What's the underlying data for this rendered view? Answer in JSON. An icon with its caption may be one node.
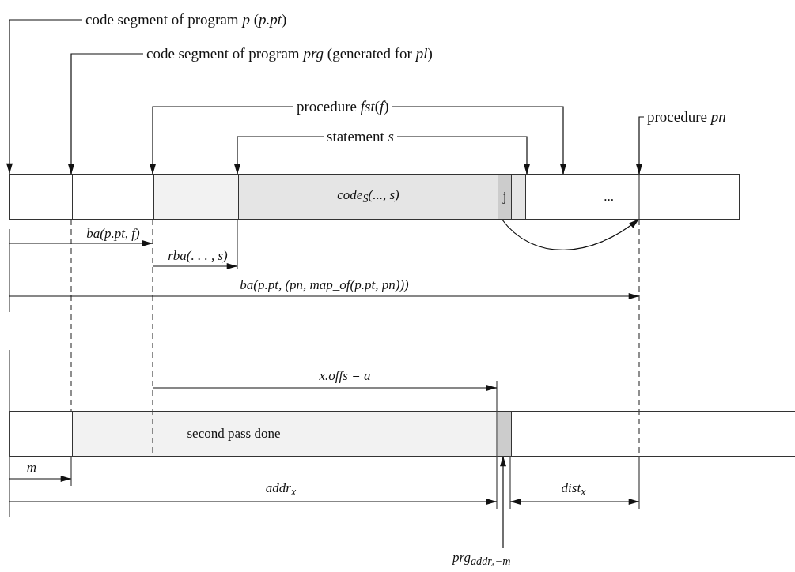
{
  "diagram": {
    "nodes": [
      {
        "text": [
          "code segment of program *p* (*p.pt*)"
        ]
      },
      {
        "text": [
          "code segment of program *prg* (generated for *pl*)"
        ]
      },
      {
        "text": [
          "procedure *fst*(*f*)"
        ]
      },
      {
        "text": [
          "statement *s*"
        ]
      },
      {
        "text": [
          "procedure *pn*"
        ]
      },
      {
        "text": [],
        "shape": "bar"
      },
      {
        "text": [],
        "shape": "box",
        "in": 5
      },
      {
        "text": [],
        "shape": "box",
        "in": 5
      },
      {
        "text": [
          "code$_{S}$(..., s)"
        ],
        "in": 5
      },
      {
        "text": [
          "j"
        ],
        "in": 5
      },
      {
        "text": [],
        "shape": "box",
        "in": 5
      },
      {
        "text": [
          "..."
        ],
        "in": 5
      },
      {
        "text": [],
        "shape": "bar"
      },
      {
        "text": [
          "second pass done"
        ],
        "in": 12
      },
      {
        "text": [],
        "shape": "box",
        "in": 12
      },
      {
        "text": [],
        "shape": "box",
        "in": 12
      },
      {
        "text": [
          "prg$_{addrₓ−m}$"
        ]
      }
    ],
    "edges": [
      {
        "from": 0,
        "to": 5,
        "arrow": "to"
      },
      {
        "from": 1,
        "to": 6,
        "arrow": "to"
      },
      {
        "from": 2,
        "to": 7,
        "arrow": "to"
      },
      {
        "from": 2,
        "to": 11,
        "arrow": "to"
      },
      {
        "from": 3,
        "to": 8,
        "arrow": "to"
      },
      {
        "from": 3,
        "to": 11,
        "arrow": "to"
      },
      {
        "from": 4,
        "to": 11,
        "arrow": "to"
      },
      {
        "from": 9,
        "to": 11,
        "arrow": "to"
      },
      {
        "from": 16,
        "to": 14,
        "arrow": "to"
      }
    ],
    "labels": [
      "ba(p.pt, f)",
      "rba(. . . , s)",
      "ba(p.pt, (pn, map_of(p.pt, pn)))",
      "x.offs = a",
      "m",
      "addr$_{x}$",
      "dist$_{x}$"
    ]
  }
}
